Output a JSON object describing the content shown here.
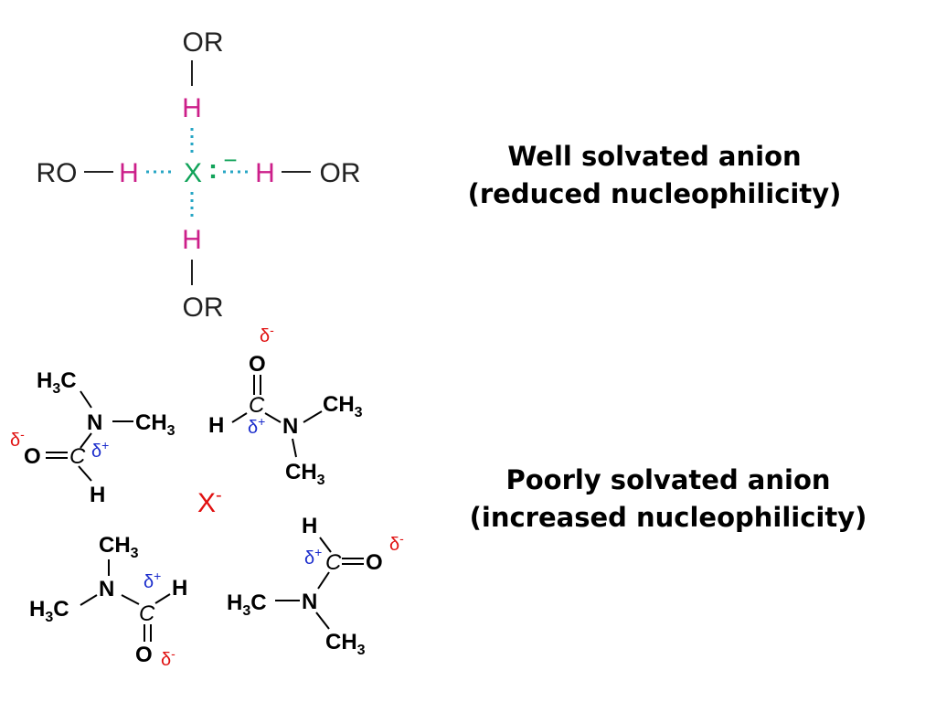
{
  "colors": {
    "hydrogen": "#cc1f8a",
    "anion": "#12a35a",
    "hbond": "#27a6c4",
    "delta_minus": "#e01010",
    "delta_plus": "#1a2ccc",
    "anion_x": "#e01010",
    "text": "#000000"
  },
  "top_molecule": {
    "or_top": "OR",
    "h_top": "H",
    "ro_left": "RO",
    "h_left": "H",
    "anion_symbol": "X",
    "anion_lone_pair": ":",
    "anion_charge": "−",
    "h_right": "H",
    "or_right": "OR",
    "h_bottom": "H",
    "or_bottom": "OR"
  },
  "captions": {
    "well_line1": "Well solvated anion",
    "well_line2": "(reduced nucleophilicity)",
    "poorly_line1": "Poorly solvated anion",
    "poorly_line2": "(increased nucleophilicity)"
  },
  "dmf": {
    "delta": "δ",
    "minus": "-",
    "plus": "+",
    "h": "H",
    "c_h": "C",
    "sub3": "3",
    "n": "N",
    "c": "C",
    "o": "O",
    "ch": "CH"
  },
  "center_anion": {
    "x": "X",
    "charge": "-"
  }
}
